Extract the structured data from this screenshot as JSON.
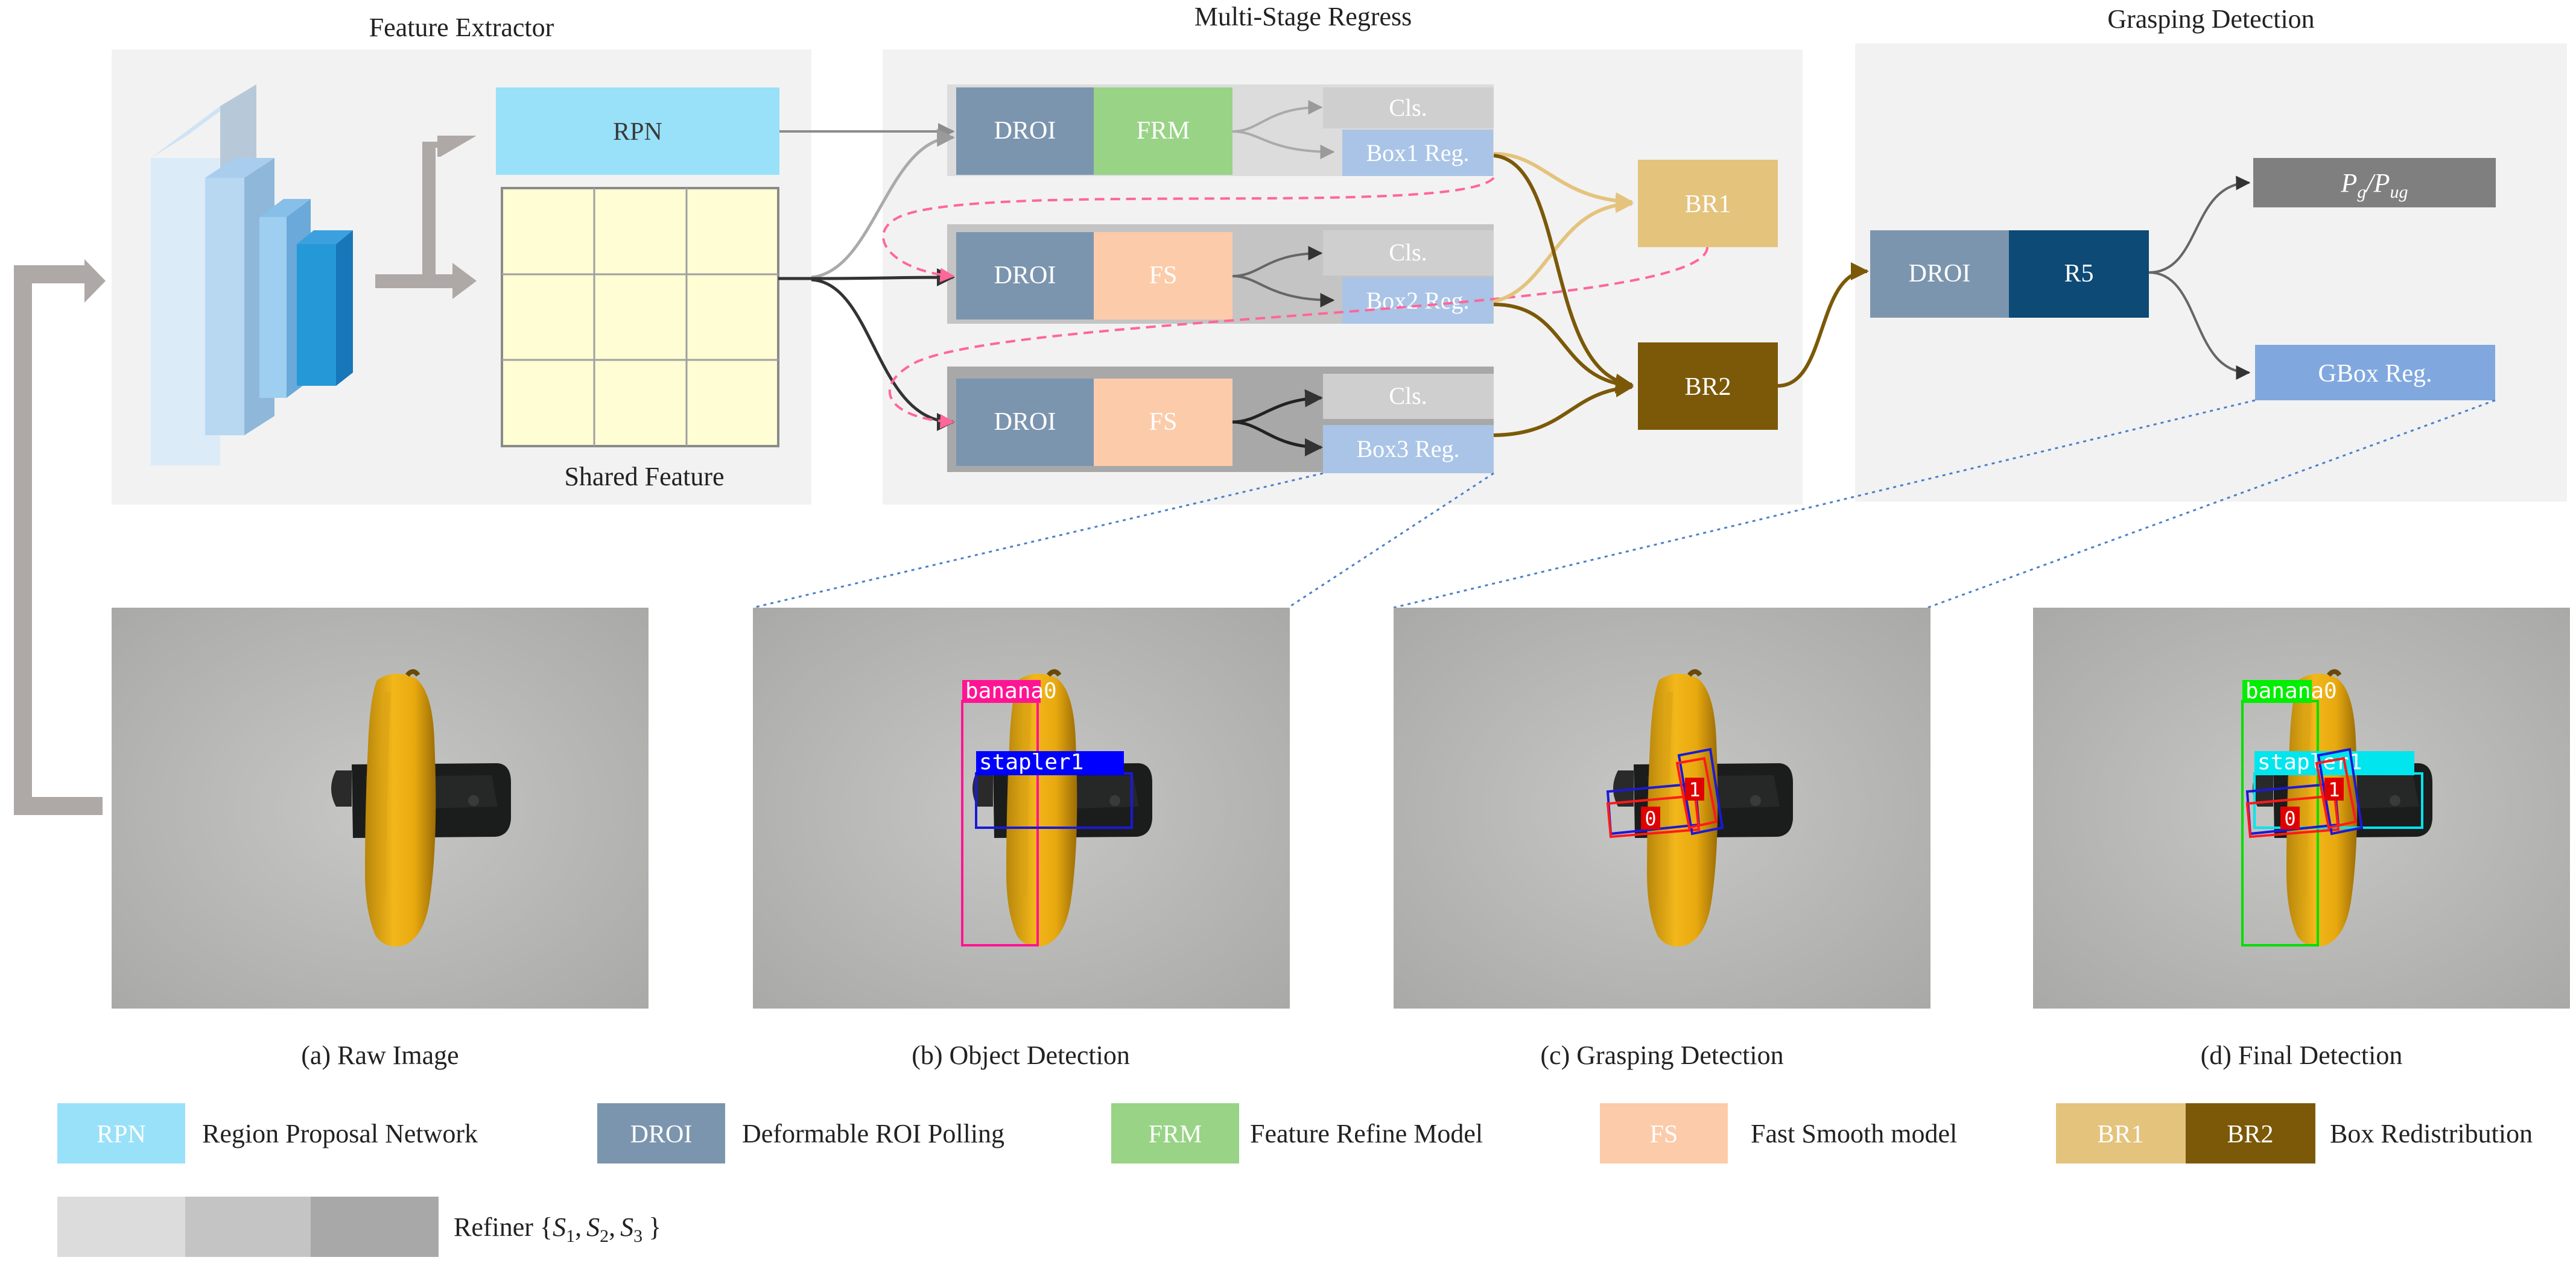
{
  "sections": {
    "feature_extractor": "Feature Extractor",
    "multi_stage": "Multi-Stage Regress",
    "grasping": "Grasping Detection"
  },
  "feature_extractor": {
    "rpn": "RPN",
    "shared_feature": "Shared Feature"
  },
  "stages": [
    {
      "droi": "DROI",
      "module": "FRM",
      "cls": "Cls.",
      "box": "Box1 Reg."
    },
    {
      "droi": "DROI",
      "module": "FS",
      "cls": "Cls.",
      "box": "Box2 Reg."
    },
    {
      "droi": "DROI",
      "module": "FS",
      "cls": "Cls.",
      "box": "Box3 Reg."
    }
  ],
  "redistribution": {
    "br1": "BR1",
    "br2": "BR2"
  },
  "grasp": {
    "droi": "DROI",
    "r5": "R5",
    "pg": "P",
    "pg_sub": "g",
    "slash": "/",
    "pug": "P",
    "pug_sub": "ug",
    "gbox": "GBox Reg."
  },
  "panels": [
    {
      "caption": "(a) Raw  Image"
    },
    {
      "caption": "(b) Object Detection",
      "labels": [
        "banana0",
        "stapler1"
      ]
    },
    {
      "caption": "(c) Grasping Detection",
      "labels": [
        "0",
        "1"
      ]
    },
    {
      "caption": "(d) Final Detection",
      "labels": [
        "banana0",
        "stapler1",
        "0",
        "1"
      ]
    }
  ],
  "legend": {
    "rpn": "RPN",
    "rpn_desc": "Region Proposal Network",
    "droi": "DROI",
    "droi_desc": "Deformable ROI Polling",
    "frm": "FRM",
    "frm_desc": "Feature Refine Model",
    "fs": "FS",
    "fs_desc": "Fast Smooth model",
    "br1": "BR1",
    "br2": "BR2",
    "br_desc": "Box Redistribution",
    "refiner": "Refiner {",
    "s": "S",
    "s1": "1",
    "s2": "2",
    "s3": "3",
    "comma": ",",
    "close": "}"
  },
  "colors": {
    "droi": "#7c95af",
    "frm": "#98d386",
    "fs": "#fccbaa",
    "rpn": "#99e1f9",
    "cls": "#cfcfcf",
    "box": "#a9c4e6",
    "br1": "#e4c37d",
    "br2": "#7b5908",
    "r5": "#0d4a75",
    "pg_box": "#7f7f7f",
    "gbox": "#80a8de",
    "section_bg": "#f2f2f2",
    "shared_feature": "#fefdd4",
    "pink_dash": "#ff6699"
  }
}
